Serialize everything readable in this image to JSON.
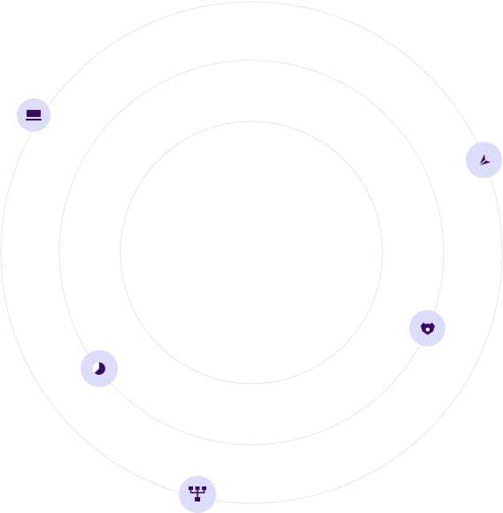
{
  "colors": {
    "ring": "#e6e6ea",
    "node_fill": "#dcdcfb",
    "icon": "#3b0a63"
  },
  "rings": [
    {
      "name": "inner-ring"
    },
    {
      "name": "middle-ring"
    },
    {
      "name": "outer-ring"
    }
  ],
  "nodes": [
    {
      "name": "monitor-node",
      "icon": "monitor-icon"
    },
    {
      "name": "send-node",
      "icon": "paper-plane-icon"
    },
    {
      "name": "shield-node",
      "icon": "shield-icon"
    },
    {
      "name": "pie-node",
      "icon": "pie-chart-icon"
    },
    {
      "name": "network-node",
      "icon": "network-hierarchy-icon"
    }
  ]
}
